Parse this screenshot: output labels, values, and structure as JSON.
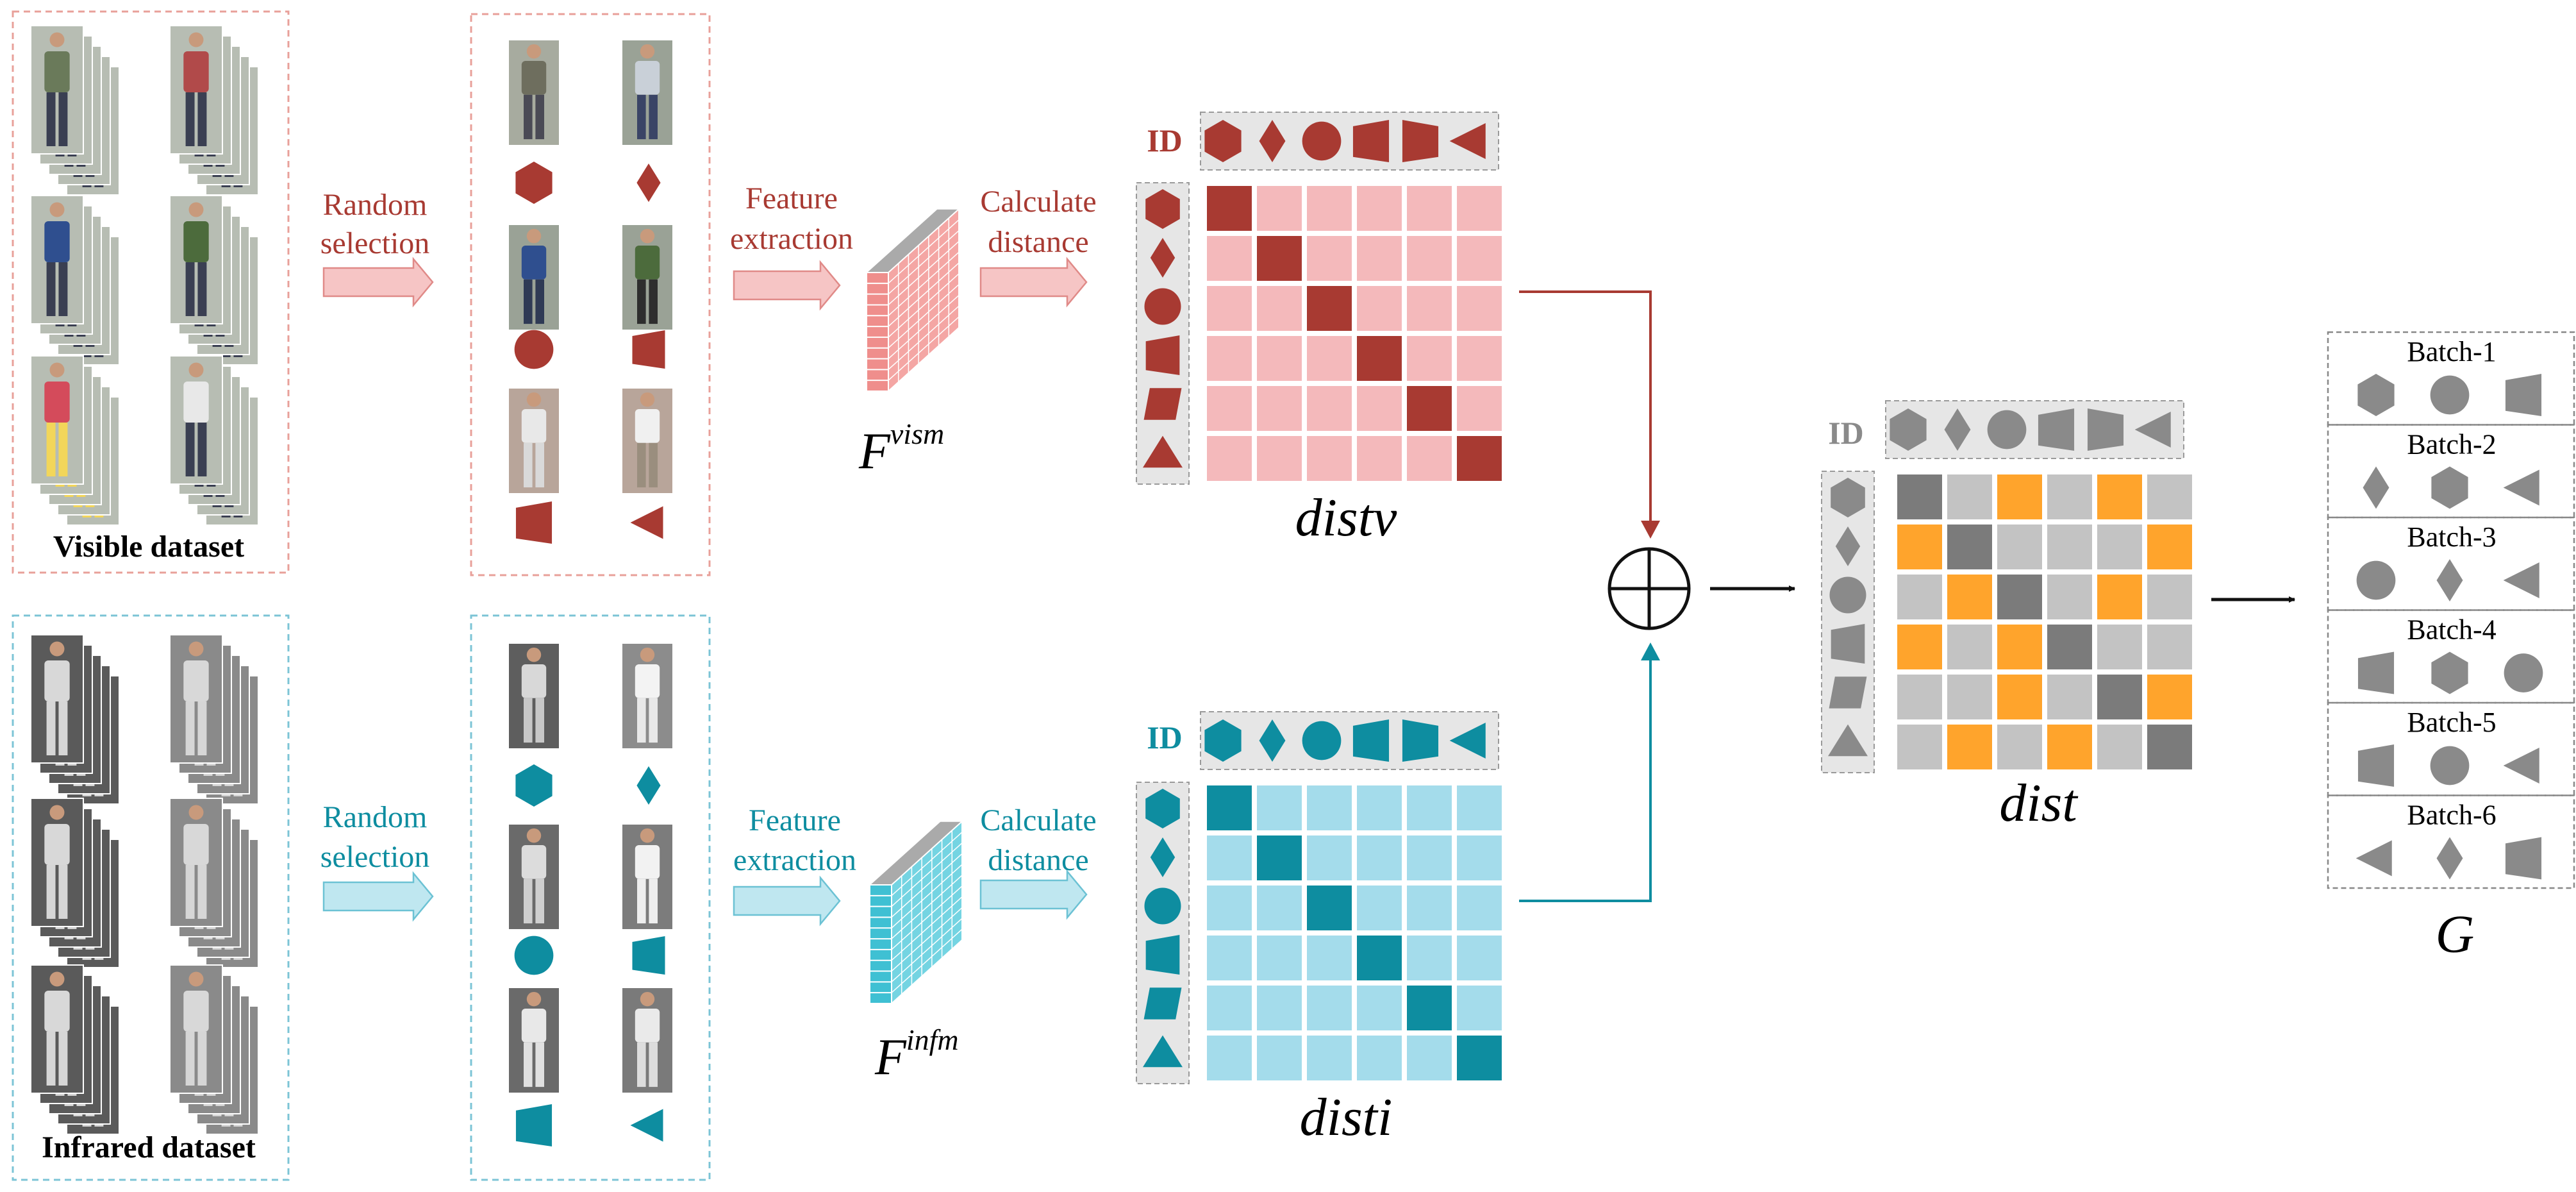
{
  "colors": {
    "visible": "#a83a32",
    "visible_light": "#f4b9bb",
    "visible_arrow": "#f6c5c5",
    "visible_border": "#e8a09a",
    "infrared": "#0e8da0",
    "infrared_light": "#a4dceb",
    "infrared_arrow": "#bfe7f0",
    "infrared_border": "#7cc4d6",
    "gray_dark": "#7b7b7b",
    "gray_light": "#c3c3c3",
    "gray_shape": "#8a8a8a",
    "orange": "#ffa42c",
    "dashed": "#999999"
  },
  "visible": {
    "dataset_label": "Visible dataset",
    "step1_label": [
      "Random",
      "selection"
    ],
    "step2_label": [
      "Feature",
      "extraction"
    ],
    "step3_label": [
      "Calculate",
      "distance"
    ],
    "feature_base": "F",
    "feature_sup": "vism",
    "matrix_name": "distv",
    "id_label": "ID"
  },
  "infrared": {
    "dataset_label": "Infrared dataset",
    "step1_label": [
      "Random",
      "selection"
    ],
    "step2_label": [
      "Feature",
      "extraction"
    ],
    "step3_label": [
      "Calculate",
      "distance"
    ],
    "feature_base": "F",
    "feature_sup": "infm",
    "matrix_name": "disti",
    "id_label": "ID"
  },
  "fused": {
    "operator_icon": "circled-plus-icon",
    "matrix_name": "dist",
    "id_label": "ID",
    "grid": [
      [
        "D",
        "L",
        "O",
        "L",
        "O",
        "L"
      ],
      [
        "O",
        "D",
        "L",
        "L",
        "L",
        "O"
      ],
      [
        "L",
        "O",
        "D",
        "L",
        "O",
        "L"
      ],
      [
        "O",
        "L",
        "O",
        "D",
        "L",
        "L"
      ],
      [
        "L",
        "L",
        "O",
        "L",
        "D",
        "O"
      ],
      [
        "L",
        "O",
        "L",
        "O",
        "L",
        "D"
      ]
    ]
  },
  "id_shapes": [
    "hexagon",
    "diamond",
    "circle",
    "trapezoid",
    "parallelogram",
    "triangle"
  ],
  "id_header_shapes": [
    "hexagon",
    "diamond",
    "circle",
    "trapezoid",
    "trapezoid-right",
    "triangle-left"
  ],
  "selected_shapes": [
    [
      "hexagon",
      "diamond"
    ],
    [
      "circle",
      "trapezoid"
    ],
    [
      "empty",
      "empty"
    ],
    [
      "trapezoid",
      "triangle-left"
    ]
  ],
  "batches": {
    "group_label": "G",
    "items": [
      {
        "label": "Batch-1",
        "shapes": [
          "hexagon",
          "circle",
          "trapezoid"
        ]
      },
      {
        "label": "Batch-2",
        "shapes": [
          "diamond",
          "hexagon",
          "triangle-left"
        ]
      },
      {
        "label": "Batch-3",
        "shapes": [
          "circle",
          "diamond",
          "triangle-left"
        ]
      },
      {
        "label": "Batch-4",
        "shapes": [
          "trapezoid",
          "hexagon",
          "circle"
        ]
      },
      {
        "label": "Batch-5",
        "shapes": [
          "trapezoid",
          "circle",
          "triangle-left"
        ]
      },
      {
        "label": "Batch-6",
        "shapes": [
          "triangle-left",
          "diamond",
          "trapezoid"
        ]
      }
    ]
  }
}
